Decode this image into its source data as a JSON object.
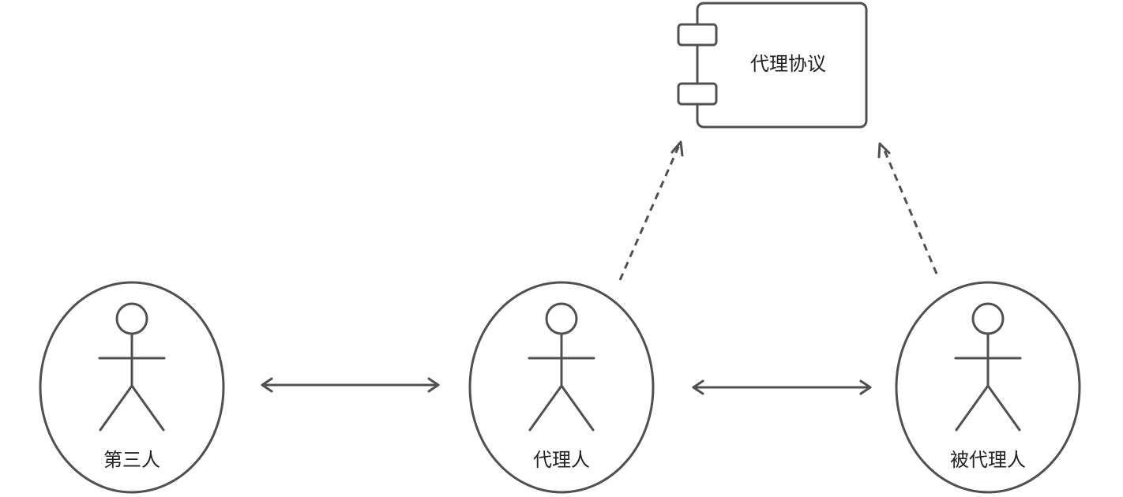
{
  "component": {
    "label": "代理协议",
    "icon": "uml-component-icon"
  },
  "actors": [
    {
      "id": "third-party",
      "label": "第三人"
    },
    {
      "id": "agent",
      "label": "代理人"
    },
    {
      "id": "principal",
      "label": "被代理人"
    }
  ],
  "relations": [
    {
      "from": "第三人",
      "to": "代理人",
      "style": "solid",
      "arrows": "both"
    },
    {
      "from": "代理人",
      "to": "被代理人",
      "style": "solid",
      "arrows": "both"
    },
    {
      "from": "代理人",
      "to": "代理协议",
      "style": "dashed",
      "arrows": "end"
    },
    {
      "from": "被代理人",
      "to": "代理协议",
      "style": "dashed",
      "arrows": "end"
    }
  ],
  "colors": {
    "stroke": "#505050",
    "text": "#222222",
    "background": "#ffffff"
  }
}
